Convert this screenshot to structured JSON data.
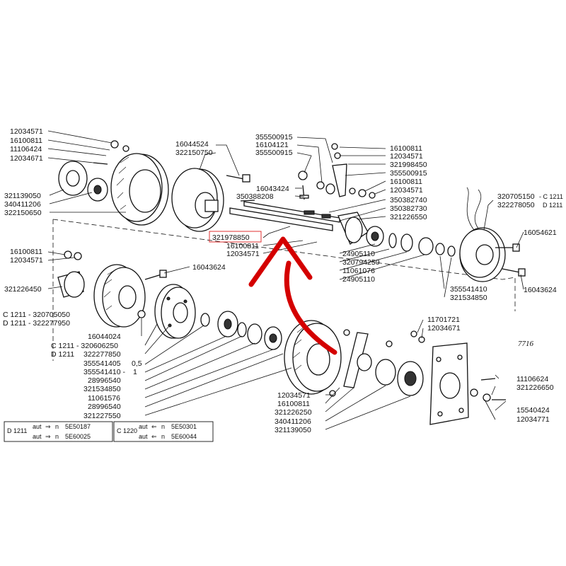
{
  "labels": {
    "l1": "12034571",
    "l2": "16100811",
    "l3": "11106424",
    "l4": "12034671",
    "l5": "321139050",
    "l6": "340411206",
    "l7": "322150650",
    "l8": "16044524",
    "l9": "322150750",
    "l10": "355500915",
    "l11": "16104121",
    "l12": "355500915",
    "l13": "16043424",
    "l14": "350388208",
    "l15": "16100811",
    "l16": "12034571",
    "l17": "321998450",
    "l18": "355500915",
    "l19": "16100811",
    "l20": "12034571",
    "l21": "350382740",
    "l22": "350382730",
    "l23": "321226550",
    "l24": "320705150",
    "l24c": "- C 1211",
    "l25": "322278050",
    "l25c": "D 1211",
    "l26": "16054621",
    "l27": "24905110",
    "l28": "320794250",
    "l29": "11061076",
    "l30": "24905110",
    "l31": "355541410",
    "l32": "321534850",
    "l33": "16043624",
    "l34": "321978850",
    "l35": "16100811",
    "l36": "12034571",
    "l37": "16100811",
    "l38": "12034571",
    "l39": "321226450",
    "l40": "16043624",
    "l41": "C 1211 - 320705050",
    "l42": "D 1211 - 322277950",
    "l43": "16044024",
    "l44": "C 1211 - 320606250",
    "l45": "D 1211",
    "l45b": "322277850",
    "l46": "355541405",
    "l46b": "0,5",
    "l47": "355541410 -",
    "l47b": "1",
    "l48": "28996540",
    "l49": "321534850",
    "l50": "11061576",
    "l51": "28996540",
    "l52": "321227550",
    "l53": "11701721",
    "l54": "12034671",
    "l55": "7716",
    "l56": "12034571",
    "l57": "16100811",
    "l58": "321226250",
    "l59": "340411206",
    "l60": "321139050",
    "l61": "11106624",
    "l62": "321226650",
    "l63": "15540424",
    "l64": "12034771"
  },
  "legend_left": {
    "model": "D 1211",
    "row1_pre": "aut",
    "row1_post": "n",
    "row1_code": "5E50187",
    "row2_pre": "aut",
    "row2_post": "n",
    "row2_code": "5E60025"
  },
  "legend_right": {
    "model": "C 1220",
    "row1_pre": "aut",
    "row1_post": "n",
    "row1_code": "5E50301",
    "row2_pre": "aut",
    "row2_post": "n",
    "row2_code": "5E60044"
  },
  "colors": {
    "arrow": "#d40000",
    "highlight_box": "#e23030",
    "ink": "#111111"
  }
}
